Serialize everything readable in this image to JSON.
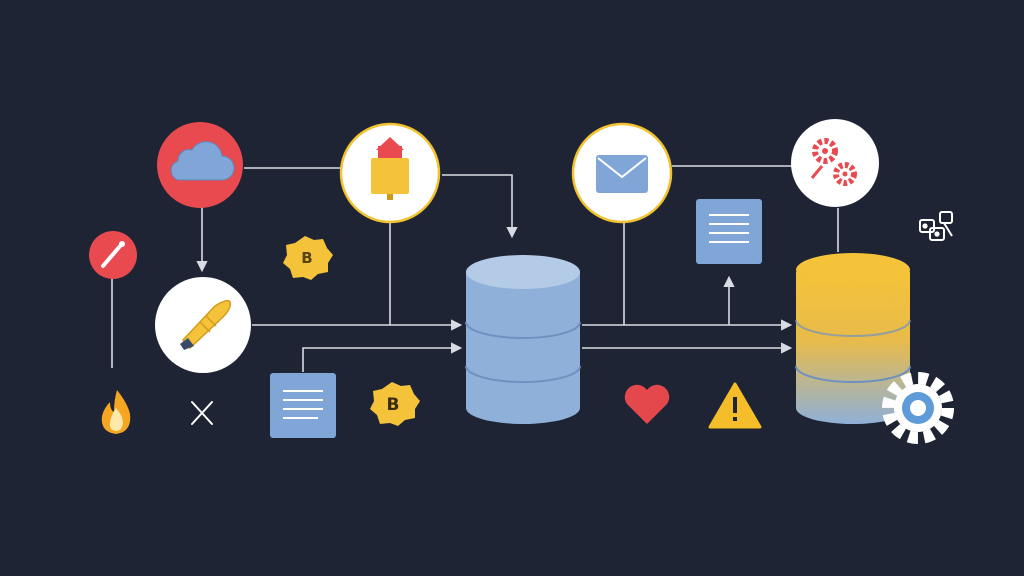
{
  "colors": {
    "background": "#1e2433",
    "connector": "#d7dbe3",
    "node_red": "#e84a4f",
    "node_white": "#ffffff",
    "ring_yellow": "#f2c230",
    "accent_yellow": "#f4c33a",
    "db_blue": "#8fb0d9",
    "db_blue_top": "#b4cbe8",
    "doc_blue": "#7fa6d6",
    "heart_red": "#e4474c",
    "warning_yellow": "#f5bd2a"
  },
  "nodes": [
    {
      "id": "cloud-node",
      "icon": "cloud-icon"
    },
    {
      "id": "house-node",
      "icon": "house-icon"
    },
    {
      "id": "mail-node",
      "icon": "mail-icon"
    },
    {
      "id": "gears-node",
      "icon": "gears-icon"
    },
    {
      "id": "brush-node",
      "icon": "brush-icon"
    },
    {
      "id": "rocket-node",
      "icon": "rocket-icon"
    }
  ],
  "badges": [
    {
      "id": "badge-upper",
      "label": "B"
    },
    {
      "id": "badge-lower",
      "label": "B"
    }
  ],
  "databases": [
    {
      "id": "central-database",
      "icon": "database-icon",
      "top_color": "blue"
    },
    {
      "id": "right-database",
      "icon": "database-icon",
      "top_color": "yellow"
    }
  ],
  "symbols": [
    "flame-icon",
    "close-icon",
    "heart-icon",
    "warning-icon",
    "settings-icon",
    "robot-icon"
  ]
}
